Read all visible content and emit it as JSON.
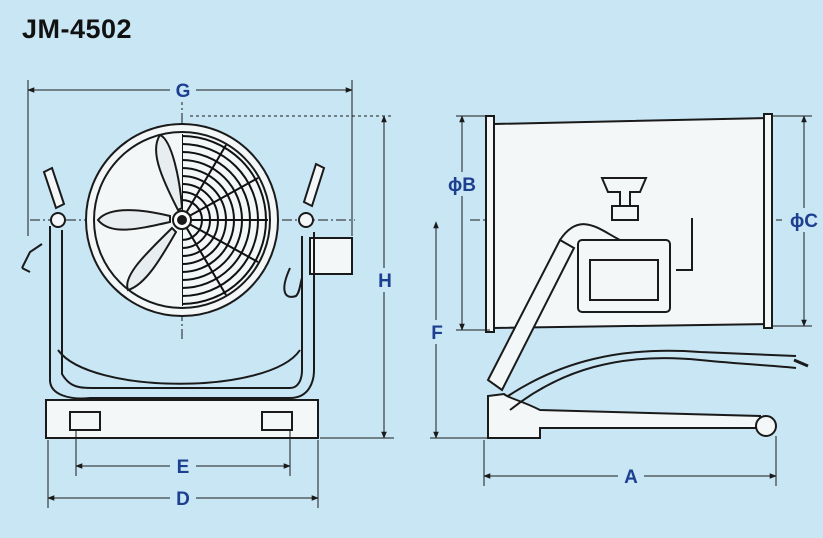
{
  "title": "JM-4502",
  "dimensions": {
    "G": "G",
    "H": "H",
    "E": "E",
    "D": "D",
    "phiB": "ϕB",
    "phiC": "ϕC",
    "F": "F",
    "A": "A"
  },
  "colors": {
    "background": "#c9e6f5",
    "line": "#1a1a1a",
    "dimension_text": "#1d3f8f",
    "body_fill": "#f4f7f8",
    "grill": "#111111"
  }
}
